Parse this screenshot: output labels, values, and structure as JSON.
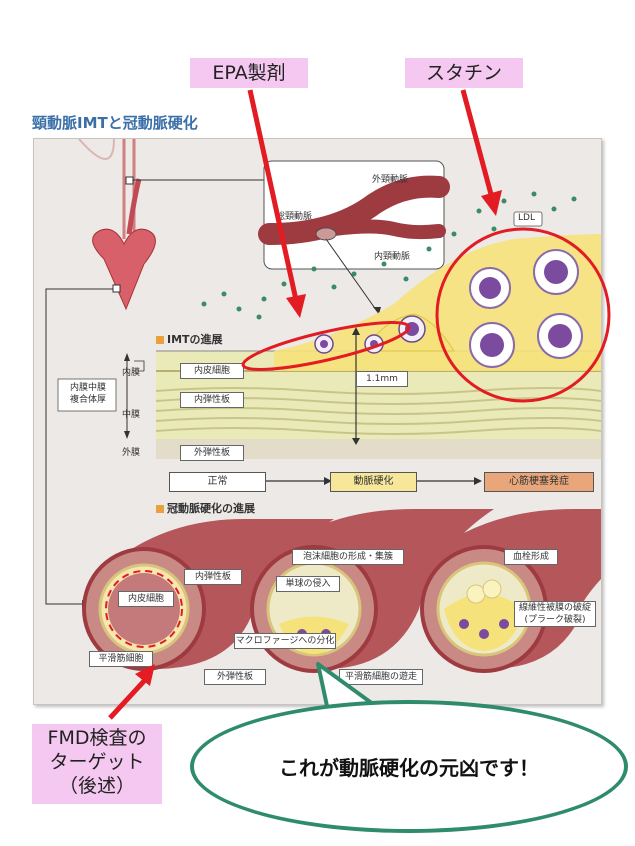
{
  "callouts": {
    "epa": "EPA製剤",
    "statin": "スタチン",
    "fmd": "FMD検査の\nターゲット\n（後述）",
    "main_message": "これが動脈硬化の元凶です！"
  },
  "title": "頸動脈IMTと冠動脈硬化",
  "carotid": {
    "external": "外頸動脈",
    "common": "総頸動脈",
    "internal": "内頸動脈",
    "ldl": "LDL"
  },
  "imt_section": {
    "title": "IMTの進展",
    "layer_intima": "内膜",
    "layer_media": "中膜",
    "layer_adventitia": "外膜",
    "imc_label": "内膜中膜\n複合体厚",
    "endothelium": "内皮細胞",
    "internal_elastic": "内弾性板",
    "external_elastic": "外弾性板",
    "thickness": "1.1mm"
  },
  "stages": {
    "normal": "正常",
    "atherosclerosis": "動脈硬化",
    "infarction": "心筋梗塞発症"
  },
  "coronary_section": {
    "title": "冠動脈硬化の進展",
    "internal_elastic": "内弾性板",
    "endothelium": "内皮細胞",
    "smooth_muscle": "平滑筋細胞",
    "external_elastic": "外弾性板",
    "foam_cell": "泡沫細胞の形成・集簇",
    "monocyte": "単球の侵入",
    "macrophage": "マクロファージへの分化",
    "sm_migration": "平滑筋細胞の遊走",
    "thrombus": "血栓形成",
    "fibrous_cap": "線維性被膜の破綻\n(プラーク破裂)"
  },
  "colors": {
    "arrow_red": "#e31b23",
    "bubble_green": "#2e8b6b",
    "callout_pink": "#f4c8f0",
    "plaque_yellow": "#f6e27a",
    "vessel_red": "#b5565b"
  }
}
